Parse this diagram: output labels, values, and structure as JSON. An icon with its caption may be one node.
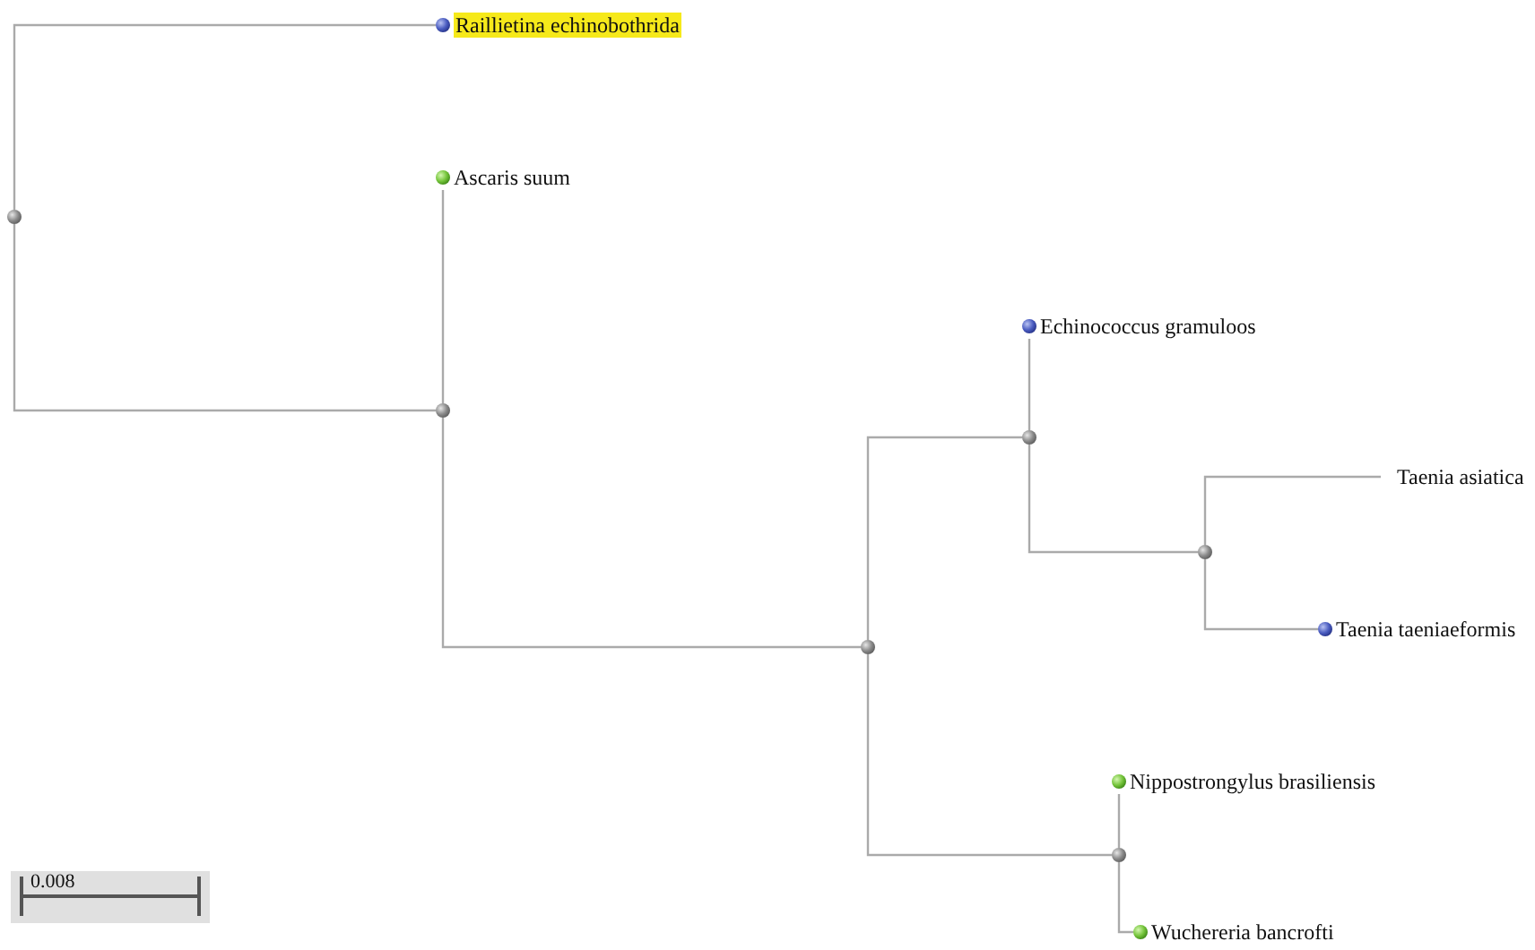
{
  "diagram": {
    "nodes": [
      {
        "text": [
          "Raillietina echinobothrida"
        ]
      },
      {
        "text": [
          "Ascaris suum"
        ]
      },
      {
        "text": [],
        "shape": "circle"
      },
      {
        "text": [
          "Echinococcus gramuloos"
        ]
      },
      {
        "text": [],
        "shape": "circle"
      },
      {
        "text": [],
        "shape": "circle"
      },
      {
        "text": [
          "Taenia asiatica"
        ]
      },
      {
        "text": [],
        "shape": "circle"
      },
      {
        "text": [
          "Taenia taeniaeformis"
        ]
      },
      {
        "text": [],
        "shape": "circle"
      },
      {
        "text": [
          "Nippostrongylus brasiliensis"
        ]
      },
      {
        "text": [],
        "shape": "circle"
      },
      {
        "text": [
          "Wuchereria bancrofti"
        ]
      }
    ],
    "edges": [
      {
        "from": 2,
        "to": 0,
        "arrow": "none"
      },
      {
        "from": 2,
        "to": 4,
        "arrow": "none"
      },
      {
        "from": 4,
        "to": 1,
        "arrow": "none"
      },
      {
        "from": 4,
        "to": 9,
        "arrow": "none"
      },
      {
        "from": 9,
        "to": 5,
        "arrow": "none"
      },
      {
        "from": 9,
        "to": 11,
        "arrow": "none"
      },
      {
        "from": 5,
        "to": 3,
        "arrow": "none"
      },
      {
        "from": 5,
        "to": 7,
        "arrow": "none"
      },
      {
        "from": 7,
        "to": 6,
        "arrow": "none"
      },
      {
        "from": 7,
        "to": 8,
        "arrow": "none"
      },
      {
        "from": 11,
        "to": 10,
        "arrow": "none"
      },
      {
        "from": 11,
        "to": 12,
        "arrow": "none"
      }
    ],
    "labels": [
      "0.008"
    ]
  }
}
